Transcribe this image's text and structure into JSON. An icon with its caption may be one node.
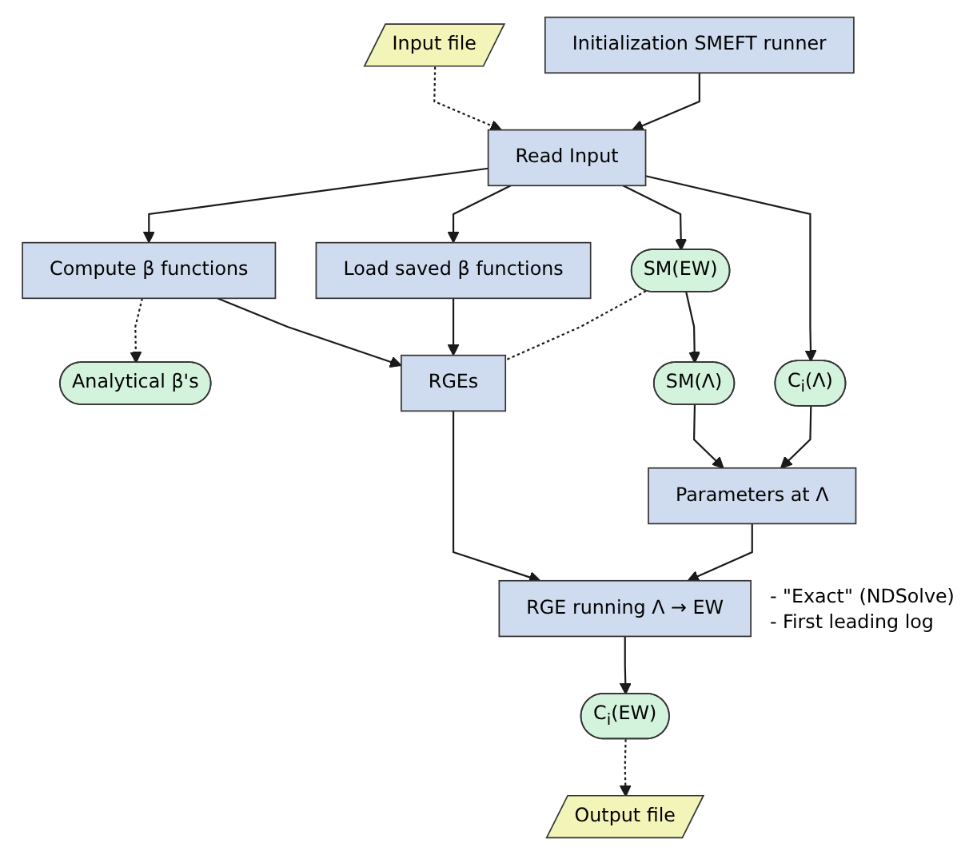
{
  "diagram": {
    "nodes": [
      {
        "text": [
          "Initialization SMEFT runner"
        ]
      },
      {
        "text": [
          "Input file"
        ]
      },
      {
        "text": [
          "Read Input"
        ]
      },
      {
        "text": [
          "SM(EW)"
        ]
      },
      {
        "text": [
          "Load saved β functions"
        ]
      },
      {
        "text": [
          "Compute β functions"
        ]
      },
      {
        "text": [
          "Analytical β's"
        ]
      },
      {
        "text": [
          "C$_{i}$(Λ)"
        ]
      },
      {
        "text": [
          "SM(Λ)"
        ]
      },
      {
        "text": [
          "Parameters at Λ"
        ]
      },
      {
        "text": [
          "RGEs"
        ]
      },
      {
        "text": [
          "RGE running Λ → EW"
        ],
        "beside": [
          "- \"Exact\" (NDSolve)",
          "- First leading log"
        ]
      },
      {
        "text": [
          "C$_{i}$(EW)"
        ]
      },
      {
        "text": [
          "Output file"
        ]
      }
    ],
    "edges": [
      {
        "from": 0,
        "to": 2,
        "arrow": "to"
      },
      {
        "from": 1,
        "to": 2,
        "arrow": "to",
        "style": "dashed"
      },
      {
        "from": 2,
        "to": 7,
        "arrow": "to"
      },
      {
        "from": 2,
        "to": 3,
        "arrow": "to"
      },
      {
        "from": 2,
        "to": 4,
        "arrow": "to"
      },
      {
        "from": 2,
        "to": 5,
        "arrow": "to"
      },
      {
        "from": 5,
        "to": 6,
        "arrow": "to",
        "style": "dashed"
      },
      {
        "from": 3,
        "to": 8,
        "arrow": "to"
      },
      {
        "from": 3,
        "to": 10,
        "arrow": "none",
        "style": "dashed"
      },
      {
        "from": 7,
        "to": 9,
        "arrow": "to"
      },
      {
        "from": 8,
        "to": 9,
        "arrow": "to"
      },
      {
        "from": 4,
        "to": 10,
        "arrow": "to"
      },
      {
        "from": 5,
        "to": 10,
        "arrow": "to"
      },
      {
        "from": 9,
        "to": 11,
        "arrow": "to"
      },
      {
        "from": 10,
        "to": 11,
        "arrow": "to"
      },
      {
        "from": 11,
        "to": 12,
        "arrow": "to"
      },
      {
        "from": 12,
        "to": 13,
        "arrow": "to",
        "style": "dashed"
      }
    ]
  }
}
